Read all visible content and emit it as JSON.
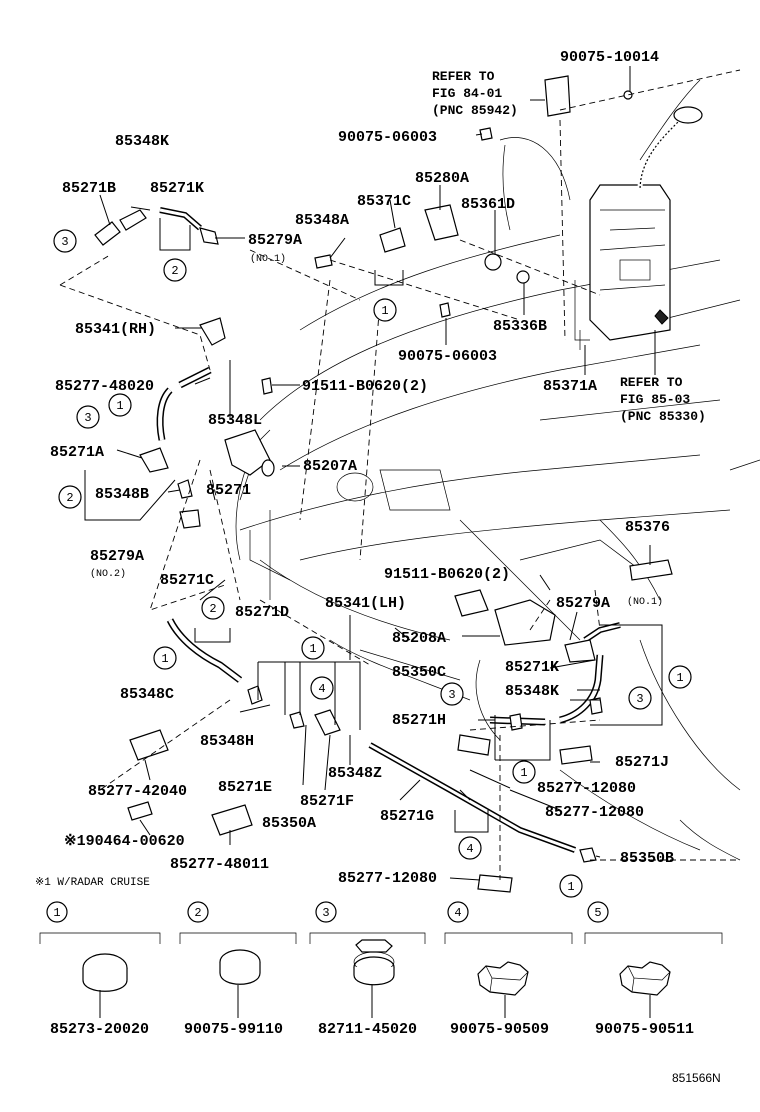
{
  "refs": {
    "top": [
      "REFER TO",
      "FIG 84-01",
      "(PNC 85942)"
    ],
    "right": [
      "REFER TO",
      "FIG 85-03",
      "(PNC 85330)"
    ]
  },
  "labels": {
    "p90075_10014": "90075-10014",
    "p90075_06003_top": "90075-06003",
    "p85348K": "85348K",
    "p85280A": "85280A",
    "p85271B": "85271B",
    "p85271K_top": "85271K",
    "p85371C": "85371C",
    "p85361D": "85361D",
    "p85348A": "85348A",
    "p85279A_no1_top": "85279A",
    "no1_top": "(NO.1)",
    "p85341RH": "85341(RH)",
    "p85336B": "85336B",
    "p90075_06003_mid": "90075-06003",
    "p85277_48020": "85277-48020",
    "p91511_B0620_top": "91511-B0620(2)",
    "p85371A": "85371A",
    "p85348L": "85348L",
    "p85271A": "85271A",
    "p85207A": "85207A",
    "p85348B": "85348B",
    "p85271": "85271",
    "p85376": "85376",
    "p85279A_no2": "85279A",
    "no2": "(NO.2)",
    "p85271C": "85271C",
    "p91511_B0620_mid": "91511-B0620(2)",
    "p85271D": "85271D",
    "p85341LH": "85341(LH)",
    "p85279A_no1_mid": "85279A",
    "no1_mid": "(NO.1)",
    "p85208A": "85208A",
    "p85348C": "85348C",
    "p85271K_mid": "85271K",
    "p85350C": "85350C",
    "p85348K_mid": "85348K",
    "p85348H": "85348H",
    "p85271H": "85271H",
    "p85277_42040": "85277-42040",
    "p85271E": "85271E",
    "p85348Z": "85348Z",
    "p85271J": "85271J",
    "p85277_12080_a": "85277-12080",
    "p85271F": "85271F",
    "p85271G": "85271G",
    "p85277_12080_b": "85277-12080",
    "p190464_00620": "※190464-00620",
    "p85350A": "85350A",
    "p85277_48011": "85277-48011",
    "p85350B": "85350B",
    "note": "※1 W/RADAR CRUISE",
    "p85277_12080_c": "85277-12080",
    "fig_id": "851566N"
  },
  "callouts": {
    "c1": "1",
    "c2": "2",
    "c3": "3",
    "c4": "4",
    "c5": "5"
  },
  "legend": [
    {
      "num": "1",
      "part": "85273-20020",
      "icon": "band-clamp-icon"
    },
    {
      "num": "2",
      "part": "90075-99110",
      "icon": "band-clamp-icon"
    },
    {
      "num": "3",
      "part": "82711-45020",
      "icon": "wire-clip-icon"
    },
    {
      "num": "4",
      "part": "90075-90509",
      "icon": "hose-clip-icon"
    },
    {
      "num": "5",
      "part": "90075-90511",
      "icon": "hose-clip-icon"
    }
  ]
}
